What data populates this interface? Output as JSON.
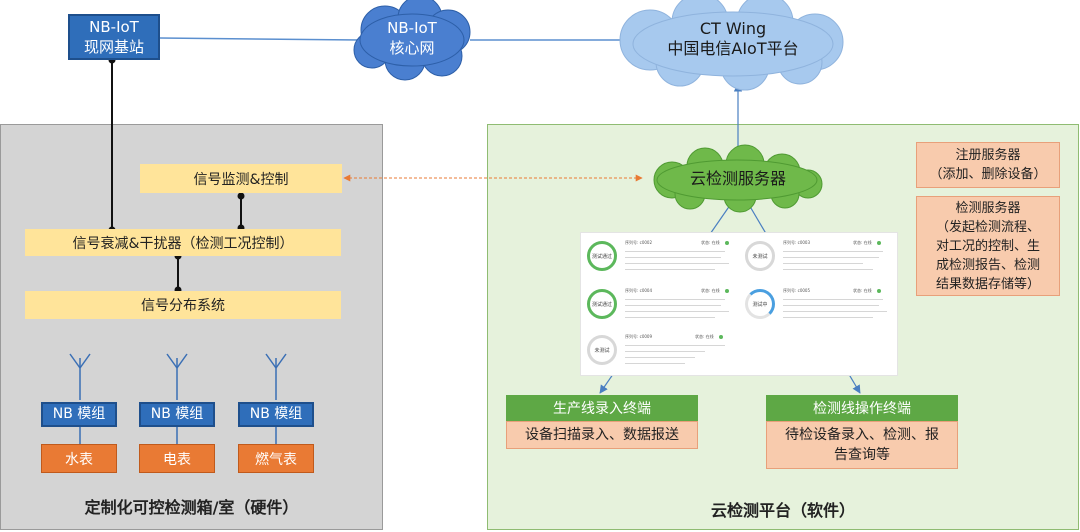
{
  "top": {
    "base_station": [
      "NB-IoT",
      "现网基站"
    ],
    "core_network": [
      "NB-IoT",
      "核心网"
    ],
    "ct_wing": [
      "CT Wing",
      "中国电信AIoT平台"
    ]
  },
  "hardware": {
    "title": "定制化可控检测箱/室（硬件）",
    "signal_monitor": "信号监测&控制",
    "attenuator": "信号衰减&干扰器（检测工况控制）",
    "distribution": "信号分布系统",
    "modules": [
      {
        "module": "NB 模组",
        "meter": "水表"
      },
      {
        "module": "NB 模组",
        "meter": "电表"
      },
      {
        "module": "NB 模组",
        "meter": "燃气表"
      }
    ]
  },
  "cloud_platform": {
    "title": "云检测平台（软件）",
    "server": "云检测服务器",
    "register_server": [
      "注册服务器",
      "（添加、删除设备）"
    ],
    "detect_server": [
      "检测服务器",
      "（发起检测流程、",
      "对工况的控制、生",
      "成检测报告、检测",
      "结果数据存储等）"
    ],
    "production_terminal": {
      "head": "生产线录入终端",
      "body": "设备扫描录入、数据报送"
    },
    "line_terminal": {
      "head": "检测线操作终端",
      "body": [
        "待检设备录入、检测、报",
        "告查询等"
      ]
    }
  },
  "screenshot": {
    "cards": [
      {
        "id": "序列号: c0002",
        "status": "状态: 在线",
        "ring": "测试通过"
      },
      {
        "id": "序列号: c0003",
        "status": "状态: 在线",
        "ring": "未测试"
      },
      {
        "id": "序列号: c0004",
        "status": "状态: 在线",
        "ring": "测试通过"
      },
      {
        "id": "序列号: c0005",
        "status": "状态: 在线",
        "ring": "测试中"
      },
      {
        "id": "序列号: c0009",
        "status": "状态: 在线",
        "ring": "未测试"
      }
    ]
  },
  "colors": {
    "module_blue": "#2f6eba",
    "signal_yellow": "#ffe49a",
    "meter_orange": "#e97a34",
    "server_salmon": "#f8cbad",
    "terminal_green": "#5ea845",
    "cloud_green": "#6fb94a",
    "cloud_blue": "#a7c9ee"
  }
}
